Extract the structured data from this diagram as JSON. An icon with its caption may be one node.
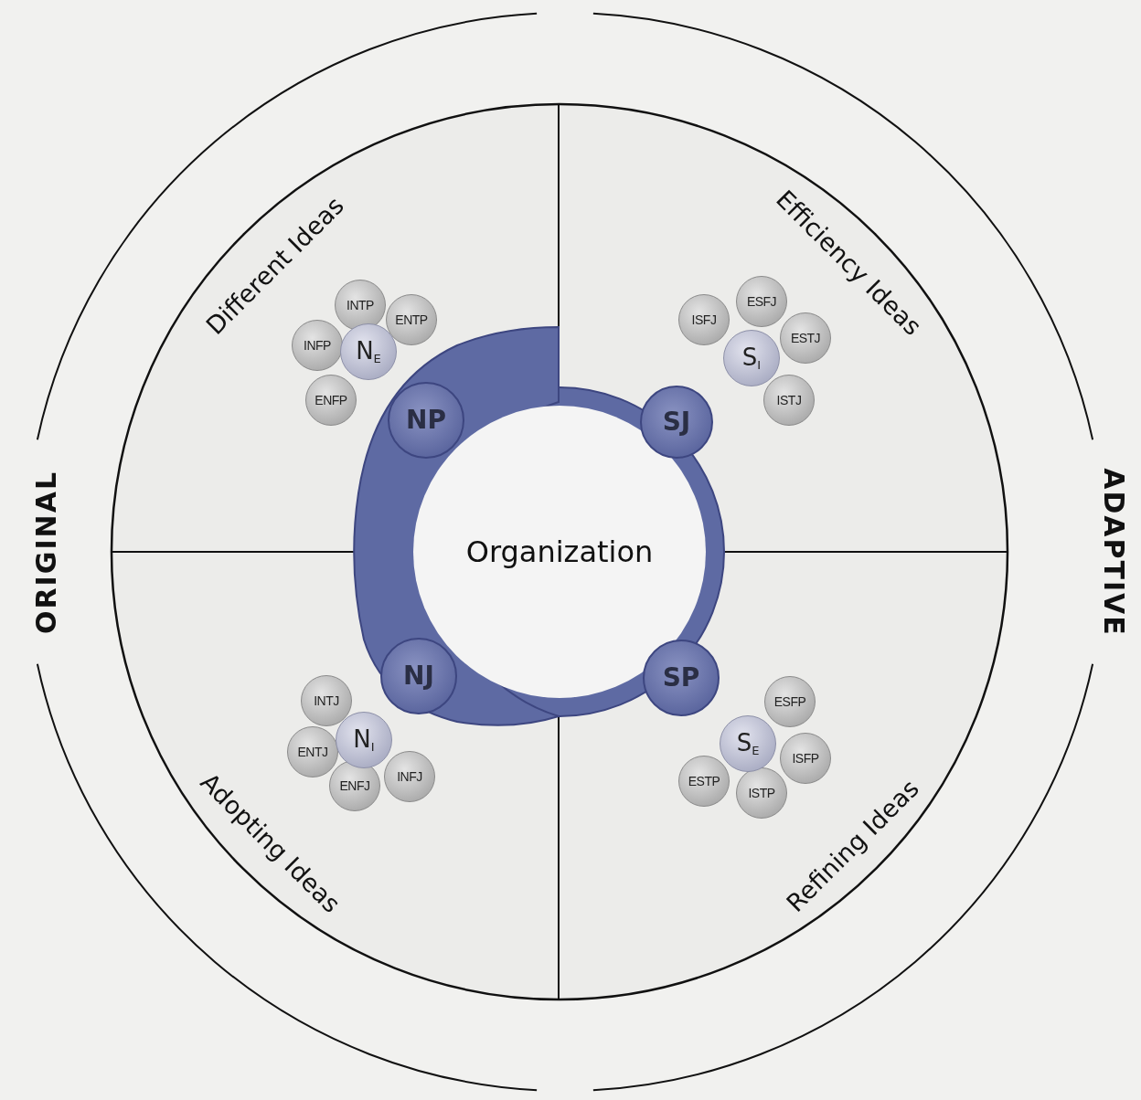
{
  "diagram": {
    "nodes": [
      {
        "text": [
          "Organization"
        ]
      },
      {
        "text": [
          "NP"
        ]
      },
      {
        "text": [
          "SJ"
        ]
      },
      {
        "text": [
          "NJ"
        ]
      },
      {
        "text": [
          "SP"
        ]
      },
      {
        "text": [
          "INTP"
        ]
      },
      {
        "text": [
          "ENTP"
        ]
      },
      {
        "text": [
          "INFP"
        ]
      },
      {
        "text": [
          "N$_{E}$"
        ]
      },
      {
        "text": [
          "ENFP"
        ]
      },
      {
        "text": [
          "ISFJ"
        ]
      },
      {
        "text": [
          "ESFJ"
        ]
      },
      {
        "text": [
          "S$_{I}$"
        ]
      },
      {
        "text": [
          "ESTJ"
        ]
      },
      {
        "text": [
          "ISTJ"
        ]
      },
      {
        "text": [
          "INTJ"
        ]
      },
      {
        "text": [
          "N$_{I}$"
        ]
      },
      {
        "text": [
          "ENTJ"
        ]
      },
      {
        "text": [
          "ENFJ"
        ]
      },
      {
        "text": [
          "INFJ"
        ]
      },
      {
        "text": [
          "ESFP"
        ]
      },
      {
        "text": [
          "S$_{E}$"
        ]
      },
      {
        "text": [
          "ISFP"
        ]
      },
      {
        "text": [
          "ESTP"
        ]
      },
      {
        "text": [
          "ISTP"
        ]
      }
    ],
    "labels": [
      "Different Ideas",
      "Efficiency Ideas",
      "ORIGINAL",
      "ADAPTIVE",
      "Adopting Ideas",
      "Refining Ideas"
    ]
  }
}
